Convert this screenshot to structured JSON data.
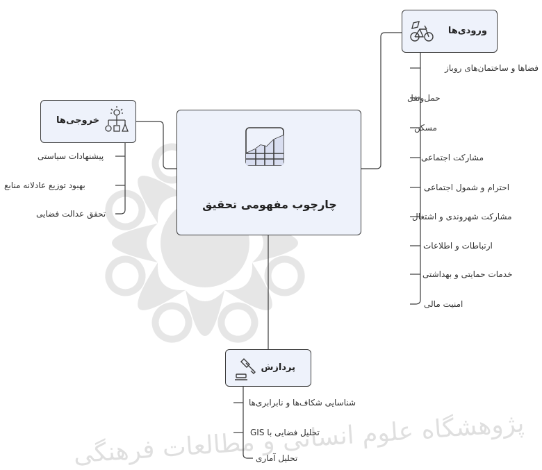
{
  "central": {
    "title": "چارچوب مفهومی تحقیق",
    "icon": "chart-grid-icon"
  },
  "inputs": {
    "title": "ورودی‌ها",
    "icon": "bicycle-icon",
    "items": [
      "فضاها و ساختمان‌های روباز",
      "حمل‌ونقل",
      "مسکن",
      "مشارکت اجتماعی",
      "احترام و شمول اجتماعی",
      "مشارکت شهروندی و اشتغال",
      "ارتباطات و اطلاعات",
      "خدمات حمایتی و بهداشتی",
      "امنیت مالی"
    ]
  },
  "outputs": {
    "title": "خروجی‌ها",
    "icon": "idea-flowchart-icon",
    "items": [
      "پیشنهادات سیاستی",
      "بهبود توزیع عادلانه منابع",
      "تحقق عدالت فضایی"
    ]
  },
  "processing": {
    "title": "پردازش",
    "icon": "gavel-icon",
    "items": [
      "شناسایی شکاف‌ها و نابرابری‌ها",
      "GIS تحلیل فضایی با",
      "تحلیل آماری"
    ]
  },
  "watermark": {
    "text": "پژوهشگاه علوم انسانی و مطالعات فرهنگی",
    "logo": "rosette-logo"
  },
  "colors": {
    "node_fill": "#eef2fb",
    "line": "#3b3b3b"
  }
}
